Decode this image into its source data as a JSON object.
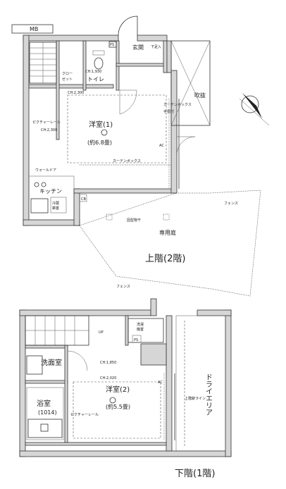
{
  "upper": {
    "mb": "MB",
    "ps": "PS",
    "entrance": "玄関",
    "shoe_box": "下足入",
    "closet_top": "クロー",
    "closet_bottom": "ゼット",
    "toilet": "トイレ",
    "ch_toilet": "CH:1,930",
    "ch_hall": "CH:2,300",
    "ch_room": "CH:2,300",
    "void": "吹抜",
    "room1": "洋室(1)",
    "room1_size": "(約6.8畳)",
    "curtain_box_right": "カーテンボックス",
    "handrail": "手摺付",
    "curtain_box_bottom": "カーテンボックス",
    "walk_door": "ウォールドア",
    "picture_rail": "ピクチャーレール",
    "kitchen": "キッチン",
    "fridge_top": "冷蔵",
    "fridge_bottom": "庫置",
    "cb": "CB",
    "drying": "固型物干",
    "garden": "専用庭",
    "fence_upper": "フェンス",
    "fence_lower": "フェンス",
    "ac": "AC",
    "floor_label": "上階(2階)"
  },
  "lower": {
    "up": "UP",
    "laundry_top": "洗濯",
    "laundry_bottom": "機置",
    "ps": "PS",
    "dry_area": "ドライエリア",
    "washroom": "洗面室",
    "ch_wash": "CH:1,850",
    "ch_room": "CH:2,020",
    "room2": "洋室(2)",
    "room2_size": "(約5.5畳)",
    "bath": "浴室",
    "bath_size": "(1014)",
    "picture_rail": "ピクチャーレール",
    "upper_line": "上階跡ライン",
    "ac": "AC",
    "floor_label": "下階(1階)"
  },
  "colors": {
    "wall": "#d6d6d6",
    "line": "#333333"
  }
}
